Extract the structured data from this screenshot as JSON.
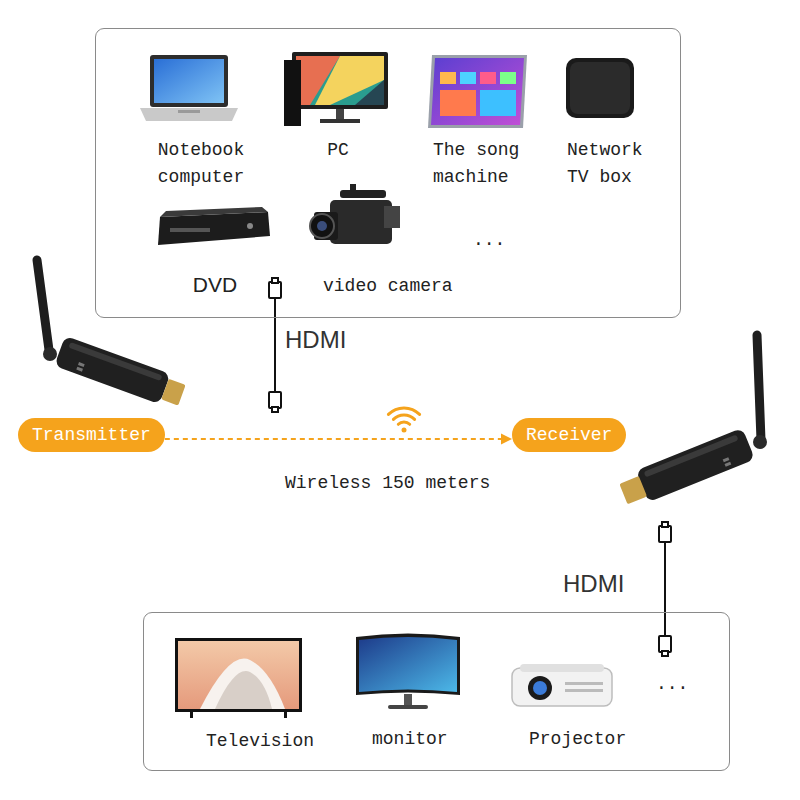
{
  "diagram": {
    "nodes": [
      {
        "text": [
          "Notebook computer",
          "PC",
          "The song machine",
          "Network TV box",
          "DVD",
          "video camera",
          "..."
        ]
      },
      {
        "text": [
          "Transmitter"
        ]
      },
      {
        "text": [
          "Receiver"
        ]
      },
      {
        "text": [
          "Television",
          "monitor",
          "Projector",
          "..."
        ]
      }
    ],
    "edges": [
      {
        "from": 1,
        "to": 2,
        "arrow": "to",
        "label": "Wireless 150 meters"
      }
    ],
    "labels": [
      "HDMI",
      "HDMI"
    ]
  }
}
